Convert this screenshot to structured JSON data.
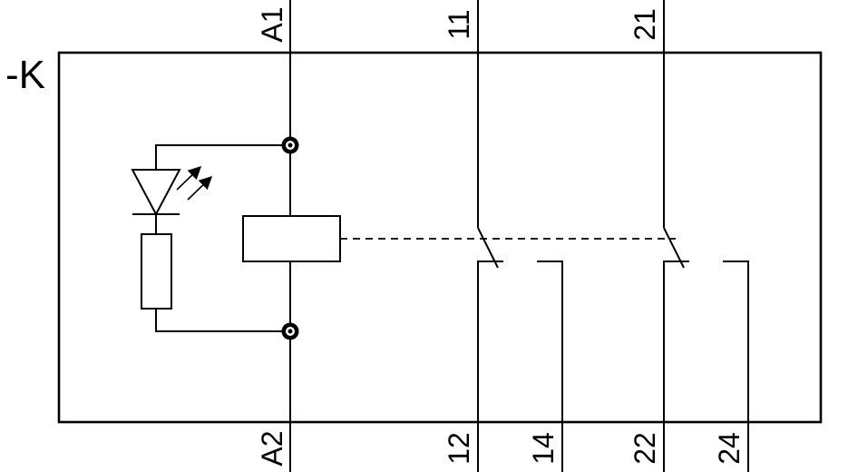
{
  "diagram": {
    "type": "relay-wiring-schematic",
    "background_color": "#ffffff",
    "line_color": "#000000"
  },
  "labels": {
    "device": "-K",
    "a1": "A1",
    "a2": "A2",
    "t11": "11",
    "t12": "12",
    "t14": "14",
    "t21": "21",
    "t22": "22",
    "t24": "24"
  },
  "structure": {
    "coil_terminals": [
      "A1",
      "A2"
    ],
    "contacts": [
      {
        "common": "11",
        "nc": "12",
        "no": "14"
      },
      {
        "common": "21",
        "nc": "22",
        "no": "24"
      }
    ],
    "symbols": [
      "relay-coil",
      "led",
      "resistor",
      "junction-dot",
      "changeover-contact",
      "mechanical-link"
    ]
  }
}
